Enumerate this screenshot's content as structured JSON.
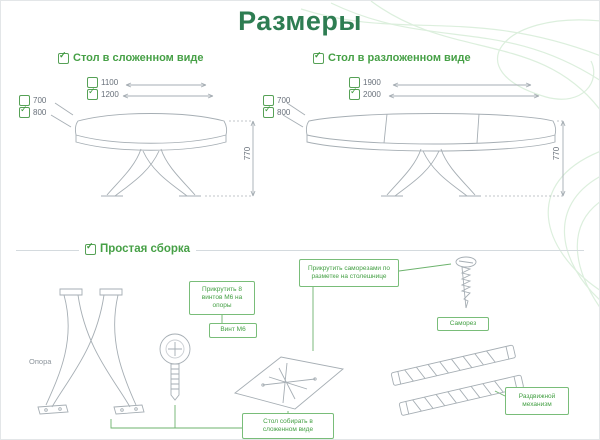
{
  "title": "Размеры",
  "icons": {
    "check": "✓"
  },
  "accent": "#46a046",
  "sections": {
    "folded": {
      "heading": "Стол в сложенном виде",
      "widths": [
        "1100",
        "1200"
      ],
      "depths": [
        "700",
        "800"
      ],
      "height": "770"
    },
    "unfolded": {
      "heading": "Стол в разложенном виде",
      "widths": [
        "1900",
        "2000"
      ],
      "depths": [
        "700",
        "800"
      ],
      "height": "770"
    }
  },
  "assembly": {
    "heading": "Простая сборка",
    "leg_label": "Опора",
    "bolt_label": "Винт М6",
    "note_bolts": "Прикрутить 8 винтов М6 на опоры",
    "note_screws": "Прикрутить саморезами по разметке на столешнице",
    "screw_label": "Саморез",
    "mechanism_label": "Раздвижной механизм",
    "note_assemble": "Стол собирать в сложенном виде"
  }
}
